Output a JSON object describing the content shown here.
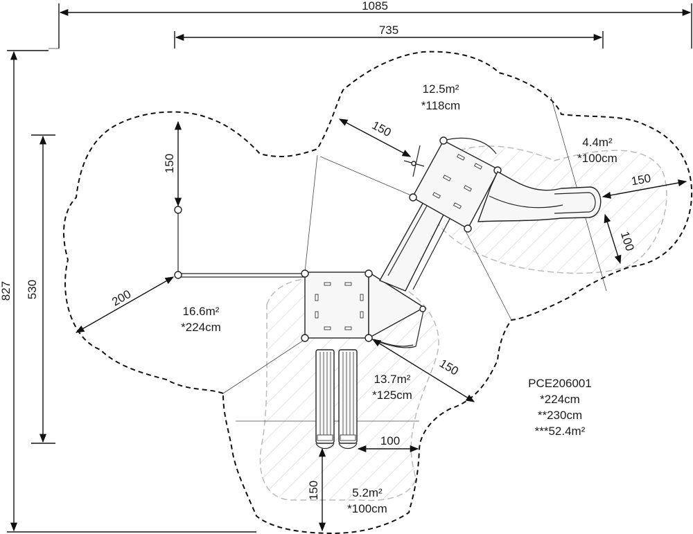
{
  "dimensions": {
    "overall_width": "1085",
    "inner_width": "735",
    "overall_height": "827",
    "inner_height": "530",
    "d150_top_left": "150",
    "d150_diagonal_top": "150",
    "d200": "200",
    "d150_right": "150",
    "d100_right": "100",
    "d150_mid": "150",
    "d100_bottom": "100",
    "d150_bottom": "150"
  },
  "zones": [
    {
      "area": "12.5m²",
      "height": "*118cm"
    },
    {
      "area": "4.4m²",
      "height": "*100cm"
    },
    {
      "area": "16.6m²",
      "height": "*224cm"
    },
    {
      "area": "13.7m²",
      "height": "*125cm"
    },
    {
      "area": "5.2m²",
      "height": "*100cm"
    }
  ],
  "product": {
    "code": "PCE206001",
    "max_height": "*224cm",
    "free_height": "**230cm",
    "total_area": "***52.4m²"
  }
}
